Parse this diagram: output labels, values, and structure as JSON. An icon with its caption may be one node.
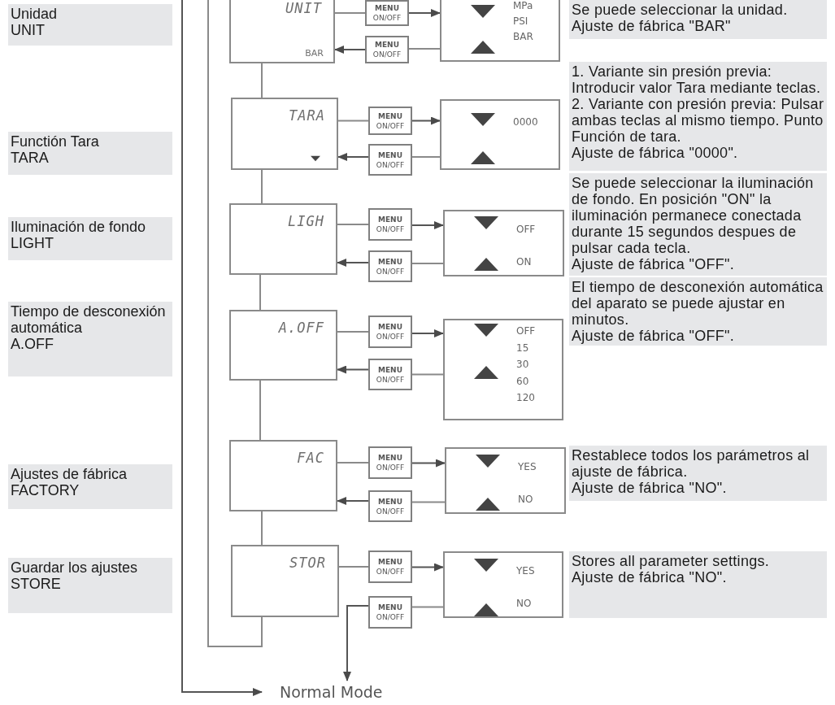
{
  "diagram": {
    "nodes": [
      {
        "text": [
          "Unidad",
          "UNIT"
        ]
      },
      {
        "text": [
          "UNIT",
          "BAR"
        ]
      },
      {
        "text": [
          "MENU",
          "ON/OFF"
        ]
      },
      {
        "text": [
          "MENU",
          "ON/OFF"
        ]
      },
      {
        "text": [
          "MPa",
          "PSI",
          "BAR"
        ]
      },
      {
        "text": [
          "Se puede seleccionar la unidad.",
          "Ajuste de fábrica \"BAR\""
        ]
      },
      {
        "text": [
          "Functión Tara",
          "TARA"
        ]
      },
      {
        "text": [
          "TARA"
        ]
      },
      {
        "text": [
          "MENU",
          "ON/OFF"
        ]
      },
      {
        "text": [
          "MENU",
          "ON/OFF"
        ]
      },
      {
        "text": [
          "0000"
        ]
      },
      {
        "text": [
          "1. Variante sin presión previa: Introducir valor Tara mediante teclas.",
          "2. Variante con presión previa: Pulsar ambas teclas al mismo tiempo. Punto Función de tara.",
          "Ajuste de fábrica \"0000\"."
        ]
      },
      {
        "text": [
          "Iluminación de fondo",
          "LIGHT"
        ]
      },
      {
        "text": [
          "LIGH"
        ]
      },
      {
        "text": [
          "MENU",
          "ON/OFF"
        ]
      },
      {
        "text": [
          "MENU",
          "ON/OFF"
        ]
      },
      {
        "text": [
          "OFF",
          "ON"
        ]
      },
      {
        "text": [
          "Se puede seleccionar la iluminación de fondo. En posición \"ON\" la iluminación permanece conectada durante 15 segundos despues de pulsar cada tecla.",
          "Ajuste de fábrica \"OFF\"."
        ]
      },
      {
        "text": [
          "Tiempo de desconexión automática",
          "A.OFF"
        ]
      },
      {
        "text": [
          "A.OFF"
        ]
      },
      {
        "text": [
          "MENU",
          "ON/OFF"
        ]
      },
      {
        "text": [
          "MENU",
          "ON/OFF"
        ]
      },
      {
        "text": [
          "OFF",
          "15",
          "30",
          "60",
          "120"
        ]
      },
      {
        "text": [
          "El tiempo de desconexión automática del aparato se puede ajustar en minutos.",
          "Ajuste de fábrica \"OFF\"."
        ]
      },
      {
        "text": [
          "Ajustes de fábrica",
          "FACTORY"
        ]
      },
      {
        "text": [
          "FAC"
        ]
      },
      {
        "text": [
          "MENU",
          "ON/OFF"
        ]
      },
      {
        "text": [
          "MENU",
          "ON/OFF"
        ]
      },
      {
        "text": [
          "YES",
          "NO"
        ]
      },
      {
        "text": [
          "Restablece todos los parámetros al ajuste de fábrica.",
          "Ajuste de fábrica \"NO\"."
        ]
      },
      {
        "text": [
          "Guardar los ajustes",
          "STORE"
        ]
      },
      {
        "text": [
          "STOR"
        ]
      },
      {
        "text": [
          "MENU",
          "ON/OFF"
        ]
      },
      {
        "text": [
          "MENU",
          "ON/OFF"
        ]
      },
      {
        "text": [
          "YES",
          "NO"
        ]
      },
      {
        "text": [
          "Stores all parameter settings.",
          "Ajuste de fábrica \"NO\"."
        ]
      },
      {
        "text": [
          "Normal Mode"
        ]
      }
    ],
    "edges": [
      {
        "from": 1,
        "to": 2,
        "arrow": "none"
      },
      {
        "from": 2,
        "to": 4,
        "arrow": "to"
      },
      {
        "from": 4,
        "to": 3,
        "arrow": "none"
      },
      {
        "from": 3,
        "to": 1,
        "arrow": "to"
      },
      {
        "from": 7,
        "to": 8,
        "arrow": "none"
      },
      {
        "from": 8,
        "to": 10,
        "arrow": "to"
      },
      {
        "from": 10,
        "to": 9,
        "arrow": "none"
      },
      {
        "from": 9,
        "to": 7,
        "arrow": "to"
      },
      {
        "from": 13,
        "to": 14,
        "arrow": "none"
      },
      {
        "from": 14,
        "to": 16,
        "arrow": "to"
      },
      {
        "from": 16,
        "to": 15,
        "arrow": "none"
      },
      {
        "from": 15,
        "to": 13,
        "arrow": "to"
      },
      {
        "from": 19,
        "to": 20,
        "arrow": "none"
      },
      {
        "from": 20,
        "to": 22,
        "arrow": "to"
      },
      {
        "from": 22,
        "to": 21,
        "arrow": "none"
      },
      {
        "from": 21,
        "to": 19,
        "arrow": "to"
      },
      {
        "from": 25,
        "to": 26,
        "arrow": "none"
      },
      {
        "from": 26,
        "to": 28,
        "arrow": "to"
      },
      {
        "from": 28,
        "to": 27,
        "arrow": "none"
      },
      {
        "from": 27,
        "to": 25,
        "arrow": "to"
      },
      {
        "from": 31,
        "to": 32,
        "arrow": "none"
      },
      {
        "from": 32,
        "to": 34,
        "arrow": "to"
      },
      {
        "from": 34,
        "to": 33,
        "arrow": "none"
      },
      {
        "from": 33,
        "to": 36,
        "arrow": "to"
      },
      {
        "from": 1,
        "to": 7,
        "arrow": "none"
      },
      {
        "from": 7,
        "to": 13,
        "arrow": "none"
      },
      {
        "from": 13,
        "to": 19,
        "arrow": "none"
      },
      {
        "from": 19,
        "to": 25,
        "arrow": "none"
      },
      {
        "from": 25,
        "to": 31,
        "arrow": "none"
      },
      {
        "from": 31,
        "to": null,
        "arrow": "none"
      },
      {
        "from": null,
        "to": 36,
        "arrow": "to"
      }
    ]
  }
}
